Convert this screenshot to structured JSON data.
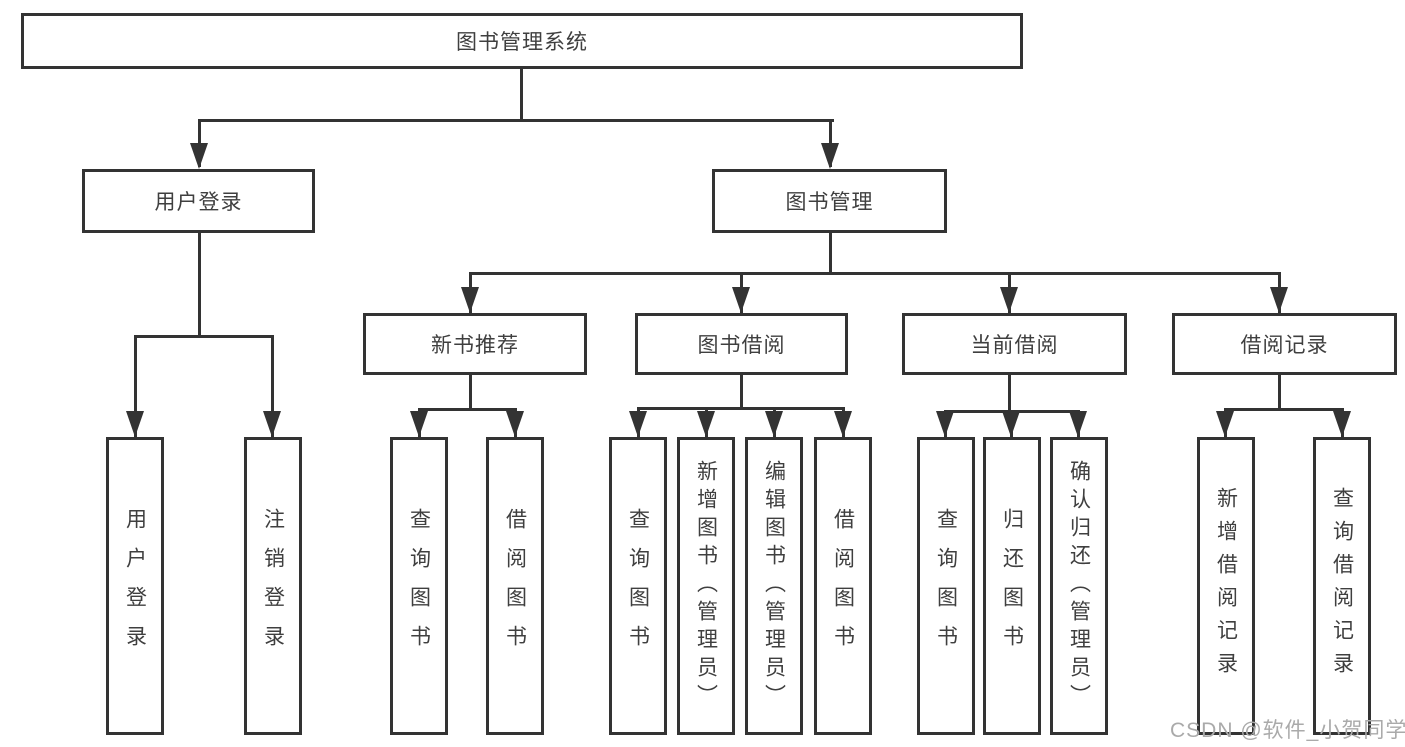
{
  "diagram": {
    "root": "图书管理系统",
    "level2": {
      "user_login": "用户登录",
      "book_mgmt": "图书管理"
    },
    "level3": {
      "new_book": "新书推荐",
      "book_borrow": "图书借阅",
      "current_borrow": "当前借阅",
      "borrow_record": "借阅记录"
    },
    "leaves": {
      "user_login": [
        "用户登录",
        "注销登录"
      ],
      "new_book": [
        "查询图书",
        "借阅图书"
      ],
      "book_borrow": [
        "查询图书",
        "新增图书（管理员）",
        "编辑图书（管理员）",
        "借阅图书"
      ],
      "current_borrow": [
        "查询图书",
        "归还图书",
        "确认归还（管理员）"
      ],
      "borrow_record": [
        "新增借阅记录",
        "查询借阅记录"
      ]
    }
  },
  "watermark": "CSDN @软件_小贺同学",
  "colors": {
    "line": "#333333",
    "text": "#3f3f3f",
    "watermark": "#aaaaaa",
    "background": "#ffffff"
  }
}
